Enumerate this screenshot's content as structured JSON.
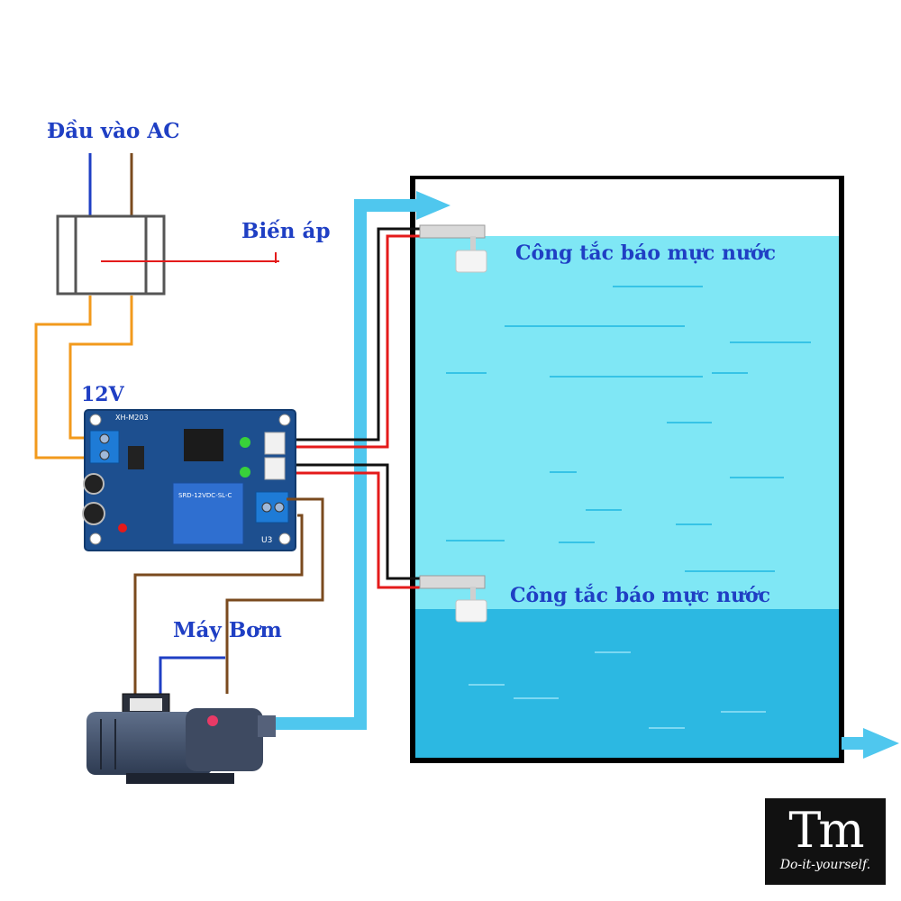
{
  "labels": {
    "ac_input": "Đầu vào AC",
    "transformer": "Biến áp",
    "voltage": "12V",
    "pump": "Máy Bơm",
    "switch_top": "Công tắc báo mực nước",
    "switch_bottom": "Công tắc báo mực nước"
  },
  "board": {
    "model": "XH-M203",
    "relay_text": "SRD-12VDC-SL-C",
    "u3": "U3"
  },
  "logo": {
    "mark": "Tm",
    "tagline": "Do-it-yourself."
  },
  "colors": {
    "water_light": "#7fe7f5",
    "water_dark": "#2cb8e2",
    "pipe": "#4fc7ee",
    "wire_red": "#e41a1a",
    "wire_black": "#111111",
    "wire_orange": "#f29a1c",
    "wire_brown": "#7a4a1e",
    "wire_blue": "#1f3fc4",
    "label_blue": "#1f3fc4",
    "board_blue": "#1d4f8f"
  }
}
